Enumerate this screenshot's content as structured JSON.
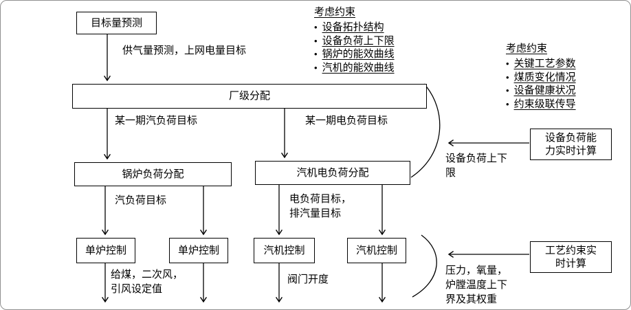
{
  "flow": {
    "target_prediction": "目标量预测",
    "plant_allocation": "厂级分配",
    "boiler_load_allocation": "锅炉负荷分配",
    "turbine_load_allocation": "汽机电负荷分配",
    "furnace_control_left": "单炉控制",
    "furnace_control_right": "单炉控制",
    "turbine_control_left": "汽机控制",
    "turbine_control_right": "汽机控制"
  },
  "side_boxes": {
    "device_capacity_calc": "设备负荷能\n力实时计算",
    "process_constraint_calc": "工艺约束实\n时计算"
  },
  "edge_labels": {
    "gas_supply": "供气量预测，上网电量目标",
    "steam_period_target": "某一期汽负荷目标",
    "electric_period_target": "某一期电负荷目标",
    "steam_load_target": "汽负荷目标",
    "electric_load_target": "电负荷目标，\n排汽量目标",
    "coal_air_setpoint": "给煤，二次风，\n引风设定值",
    "valve_opening": "阀门开度",
    "device_load_limits": "设备负荷上下\n限",
    "pressure_oxygen": "压力，氧量，\n炉膛温度上下\n界及其权重"
  },
  "constraints_top": {
    "title": "考虑约束",
    "items": [
      "设备拓扑结构",
      "设备负荷上下限",
      "锅炉的能效曲线",
      "汽机的能效曲线"
    ]
  },
  "constraints_right": {
    "title": "考虑约束",
    "items": [
      "关键工艺参数",
      "煤质变化情况",
      "设备健康状况",
      "约束级联传导"
    ]
  }
}
